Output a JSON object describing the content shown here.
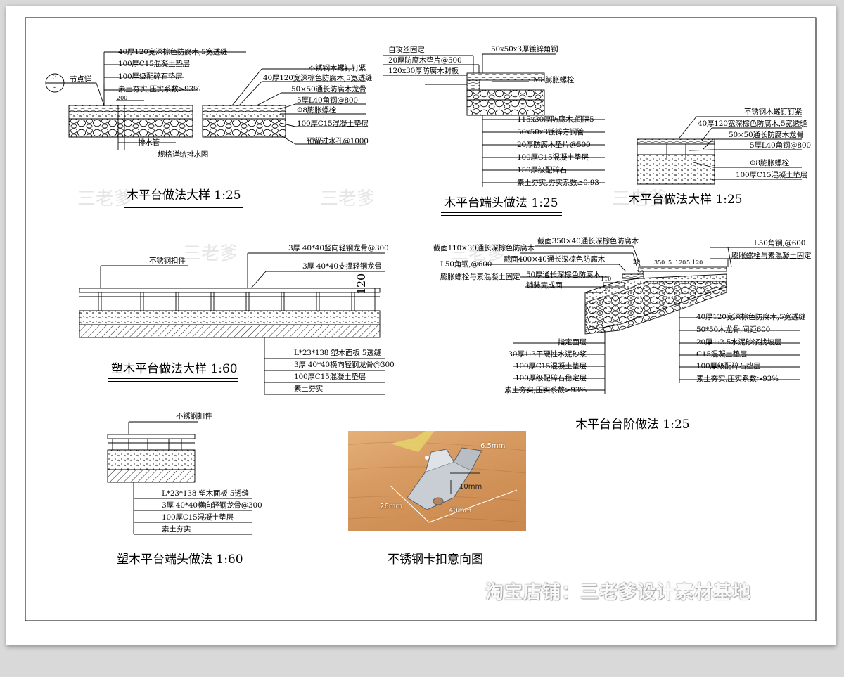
{
  "detail_a": {
    "title": "木平台做法大样  1:25",
    "labels": [
      "40厚120宽深棕色防腐木,5宽透缝",
      "100厚C15混凝土垫层",
      "100厚级配碎石垫层",
      "素土夯实,压实系数>93%"
    ],
    "node_callout": "节点详",
    "node_top": "3",
    "node_bottom": "-",
    "dim_200": "200",
    "drain_pipe": "排水管",
    "drain_note": "规格详给排水图",
    "right_labels": [
      "不锈钢木螺钉钉紧",
      "40厚120宽深棕色防腐木,5宽透缝",
      "50×50通长防腐木龙骨",
      "5厚L40角钢@800",
      "Φ8膨胀螺栓",
      "100厚C15混凝土垫层",
      "预留过水孔@1000"
    ]
  },
  "detail_b": {
    "title": "木平台端头做法  1:25",
    "left_labels": [
      "自攻丝固定",
      "20厚防腐木垫片@500",
      "120x30厚防腐木封板"
    ],
    "top_label": "50x50x3厚镀锌角钢",
    "bolt_label": "M8膨胀螺栓",
    "labels": [
      "115x30厚防腐木,间隔5",
      "50x50x3镀锌方钢管",
      "20厚防腐木垫片@500",
      "100厚C15混凝土垫层",
      "150厚级配碎石",
      "素土夯实,夯实系数≥0.93"
    ]
  },
  "detail_c": {
    "title": "木平台做法大样  1:25",
    "labels": [
      "不锈钢木螺钉钉紧",
      "40厚120宽深棕色防腐木,5宽透缝",
      "50×50通长防腐木龙骨",
      "5厚L40角钢@800",
      "Φ8膨胀螺栓",
      "100厚C15混凝土垫层"
    ]
  },
  "detail_d": {
    "title": "塑木平台做法大样  1:60",
    "clip_label": "不锈钢扣件",
    "top_labels": [
      "3厚 40*40竖向轻钢龙骨@300",
      "3厚 40*40支撑轻钢龙骨"
    ],
    "dim_120": "120",
    "labels": [
      "L*23*138 塑木面板 5透缝",
      "3厚 40*40横向轻钢龙骨@300",
      "100厚C15混凝土垫层",
      "素土夯实"
    ]
  },
  "detail_e": {
    "title": "木平台台阶做法  1:25",
    "left_labels": [
      "截面110×30通长深棕色防腐木",
      "L50角钢,@600",
      "膨胀螺栓与素混凝土固定"
    ],
    "mid_labels": [
      "截面350×40通长深棕色防腐木",
      "截面400×40通长深棕色防腐木",
      "50厚通长深棕色防腐木",
      "铺装完成面"
    ],
    "right_top_labels": [
      "L50角钢,@600",
      "膨胀螺栓与素混凝土固定"
    ],
    "dims": [
      "350",
      "5",
      "120",
      "5",
      "120",
      "20",
      "30",
      "110",
      "20"
    ],
    "bottom_left_labels": [
      "指定面层",
      "30厚1:3干硬性水泥砂浆",
      "100厚C15混凝土垫层",
      "100厚级配碎石稳定层",
      "素土夯实,压实系数>93%"
    ],
    "bottom_right_labels": [
      "40厚120宽深棕色防腐木,5宽透缝",
      "50*50木龙骨,间距600",
      "20厚1:2.5水泥砂浆找坡层",
      "C15混凝土垫层",
      "100厚级配碎石垫层",
      "素土夯实,压实系数>93%"
    ]
  },
  "detail_f": {
    "title": "塑木平台端头做法  1:60",
    "clip_label": "不锈钢扣件",
    "labels": [
      "L*23*138 塑木面板 5透缝",
      "3厚 40*40横向轻钢龙骨@300",
      "100厚C15混凝土垫层",
      "素土夯实"
    ]
  },
  "photo": {
    "title": "不锈钢卡扣意向图",
    "dims": [
      "6.5mm",
      "10mm",
      "26mm",
      "40mm"
    ]
  },
  "watermarks": {
    "faint": "三老爹",
    "shop": "淘宝店铺：三老爹设计素材基地"
  }
}
